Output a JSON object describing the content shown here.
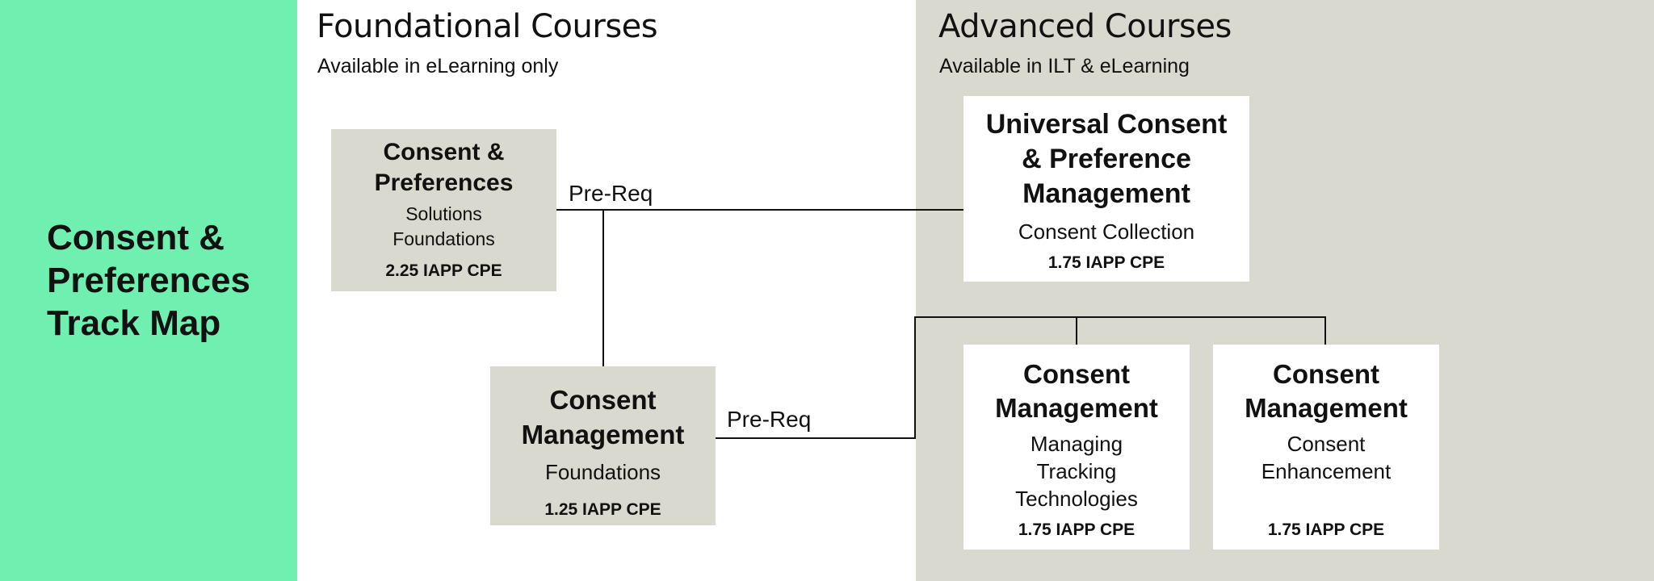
{
  "track_title": [
    "Consent &",
    "Preferences",
    "Track Map"
  ],
  "foundational": {
    "title": "Foundational Courses",
    "subtitle": "Available in eLearning only"
  },
  "advanced": {
    "title": "Advanced Courses",
    "subtitle": "Available in ILT & eLearning"
  },
  "prereq_label": "Pre-Req",
  "courses": {
    "cp_foundations": {
      "title": [
        "Consent &",
        "Preferences"
      ],
      "subtitle": [
        "Solutions",
        "Foundations"
      ],
      "cpe": "2.25 IAPP CPE"
    },
    "cm_foundations": {
      "title": [
        "Consent",
        "Management"
      ],
      "subtitle": [
        "Foundations"
      ],
      "cpe": "1.25 IAPP CPE"
    },
    "ucpm": {
      "title": [
        "Universal Consent",
        "& Preference",
        "Management"
      ],
      "subtitle": [
        "Consent Collection"
      ],
      "cpe": "1.75 IAPP CPE"
    },
    "cm_tracking": {
      "title": [
        "Consent",
        "Management"
      ],
      "subtitle": [
        "Managing",
        "Tracking",
        "Technologies"
      ],
      "cpe": "1.75 IAPP CPE"
    },
    "cm_enhancement": {
      "title": [
        "Consent",
        "Management"
      ],
      "subtitle": [
        "Consent",
        "Enhancement"
      ],
      "cpe": "1.75 IAPP CPE"
    }
  },
  "colors": {
    "green_panel": "#6ff0b0",
    "grey_box": "#d9d9d0",
    "advanced_panel": "#d9d9d0",
    "white_box": "#ffffff"
  }
}
